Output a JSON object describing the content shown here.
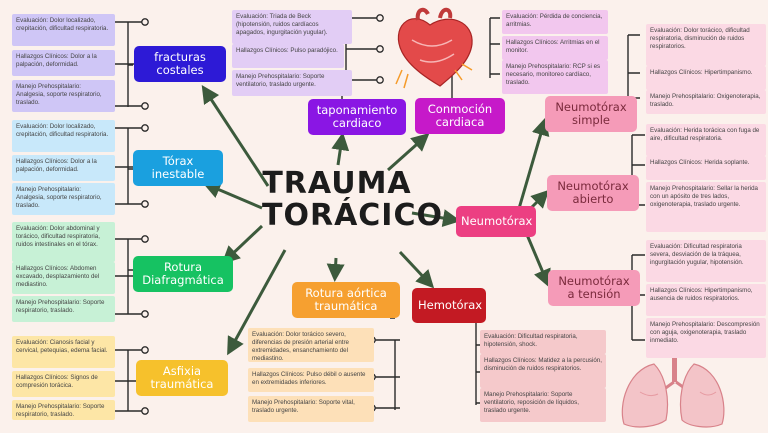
{
  "title": {
    "line1": "TRAUMA",
    "line2": "TORÁCICO"
  },
  "colors": {
    "background": "#fbf1ec",
    "connector": "#3c5a3c",
    "wire": "#2a2a2a"
  },
  "topics": {
    "fracturas": {
      "label": "fracturas\ncostales",
      "color": "#2d1ad6",
      "notes": [
        "Evaluación: Dolor localizado, crepitación, dificultad respiratoria.",
        "Hallazgos Clínicos: Dolor a la palpación, deformidad.",
        "Manejo Prehospitalario: Analgesia, soporte respiratorio, traslado."
      ]
    },
    "torax": {
      "label": "Tórax\ninestable",
      "color": "#1aa0df",
      "notes": [
        "Evaluación: Dolor localizado, crepitación, dificultad respiratoria.",
        "Hallazgos Clínicos: Dolor a la palpación, deformidad.",
        "Manejo Prehospitalario: Analgesia, soporte respiratorio, traslado."
      ]
    },
    "rotura": {
      "label": "Rotura\nDiafragmática",
      "color": "#16c262",
      "notes": [
        "Evaluación: Dolor abdominal y torácico, dificultad respiratoria, ruidos intestinales en el tórax.",
        "Hallazgos Clínicos: Abdomen excavado, desplazamiento del mediastino.",
        "Manejo Prehospitalario: Soporte respiratorio, traslado."
      ]
    },
    "asfixia": {
      "label": "Asfixia\ntraumática",
      "color": "#f6c12c",
      "notes": [
        "Evaluación: Cianosis facial y cervical, petequias, edema facial.",
        "Hallazgos Clínicos: Signos de compresión torácica.",
        "Manejo Prehospitalario: Soporte respiratorio, traslado."
      ]
    },
    "taponamiento": {
      "label": "taponamiento\ncardiaco",
      "color": "#8a16e4",
      "notes": [
        "Evaluación: Triada de Beck (hipotensión, ruidos cardíacos apagados, ingurgitación yugular).",
        "Hallazgos Clínicos: Pulso paradójico.",
        "Manejo Prehospitalario: Soporte ventilatorio, traslado urgente."
      ]
    },
    "conmocion": {
      "label": "Conmoción\ncardiaca",
      "color": "#c619c9",
      "notes": [
        "Evaluación: Pérdida de conciencia, arritmias.",
        "Hallazgos Clínicos: Arritmias en el monitor.",
        "Manejo Prehospitalario: RCP si es necesario, monitoreo cardíaco, traslado."
      ]
    },
    "aortica": {
      "label": "Rotura aórtica\ntraumática",
      "color": "#f6a030",
      "notes": [
        "Evaluación: Dolor torácico severo, diferencias de presión arterial entre extremidades, ensanchamiento del mediastino.",
        "Hallazgos Clínicos: Pulso débil o ausente en extremidades inferiores.",
        "Manejo Prehospitalario: Soporte vital, traslado urgente."
      ]
    },
    "hemotorax": {
      "label": "Hemotórax",
      "color": "#c31a23",
      "notes": [
        "Evaluación: Dificultad respiratoria, hipotensión, shock.",
        "Hallazgos Clínicos: Matidez a la percusión, disminución de ruidos respiratorios.",
        "Manejo Prehospitalario: Soporte ventilatorio, reposición de líquidos, traslado urgente."
      ]
    },
    "neumotorax": {
      "label": "Neumotórax",
      "color": "#ec3f82"
    },
    "simple": {
      "label": "Neumotórax\nsimple",
      "color": "#f59bb8",
      "notes": [
        "Evaluación: Dolor torácico, dificultad respiratoria, disminución de ruidos respiratorios.",
        "Hallazgos Clínicos: Hipertimpanismo.",
        "Manejo Prehospitalario: Oxigenoterapia, traslado."
      ]
    },
    "abierto": {
      "label": "Neumotórax\nabierto",
      "color": "#f59bb8",
      "notes": [
        "Evaluación: Herida torácica con fuga de aire, dificultad respiratoria.",
        "Hallazgos Clínicos: Herida soplante.",
        "Manejo Prehospitalario: Sellar la herida con un apósito de tres lados, oxigenoterapia, traslado urgente."
      ]
    },
    "tension": {
      "label": "Neumotórax\na tensión",
      "color": "#f59bb8",
      "notes": [
        "Evaluación: Dificultad respiratoria severa, desviación de la tráquea, ingurgitación yugular, hipotensión.",
        "Hallazgos Clínicos: Hipertimpanismo, ausencia de ruidos respiratorios.",
        "Manejo Prehospitalario: Descompresión con aguja, oxigenoterapia, traslado inmediato."
      ]
    }
  },
  "note_colors": {
    "fracturas": "#cfc6f6",
    "torax": "#c8e8fa",
    "rotura": "#c7f1d6",
    "asfixia": "#fde6a6",
    "taponamiento": "#e2cdf5",
    "conmocion": "#f2c7ee",
    "aortica": "#fde0b8",
    "hemotorax": "#f5c9cb",
    "neumotorax_sub": "#fbd9e4"
  },
  "icons": [
    "heart-illustration",
    "lungs-illustration",
    "arrow-icon",
    "bracket-connector"
  ]
}
